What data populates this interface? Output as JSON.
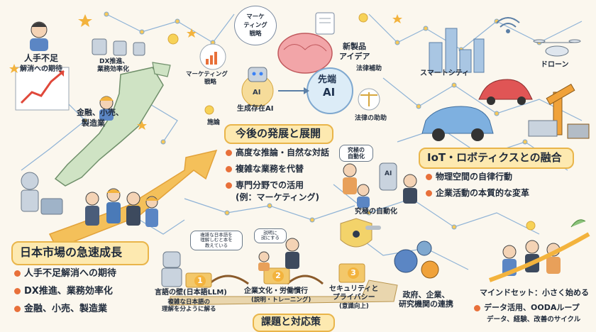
{
  "left_top": {
    "person_caption_1": "人手不足",
    "person_caption_2": "解消への期待",
    "robot_caption_1": "DX推進、",
    "robot_caption_2": "業務効率化",
    "worker_caption_1": "金融、小売、",
    "worker_caption_2": "製造業"
  },
  "japan_market": {
    "title": "日本市場の急速成長",
    "bullets": [
      "人手不足解消への期待",
      "DX推進、業務効率化",
      "金融、小売、製造業"
    ]
  },
  "center_top": {
    "bubble_marketing": "マーケ\nティング\n戦略",
    "marketing_label_1": "マーケティング",
    "marketing_label_2": "戦略",
    "implement_label": "施論",
    "gen_ai_tag": "AI",
    "gen_ai_label": "生成存在AI",
    "advanced_ai_line1": "先端",
    "advanced_ai_line2": "AI",
    "new_product_1": "新製品",
    "new_product_2": "アイデア",
    "legal_support": "法律補助",
    "legal_help": "法律の助助"
  },
  "future": {
    "title": "今後の発展と展開",
    "bullets": [
      "高度な推論・自然な対話",
      "複雑な業務を代替",
      "専門分野での活用",
      "(例：マーケティング)"
    ],
    "ultimate_bubble": "究極の\n自動化",
    "ultimate_caption": "究極の自動化",
    "robot_tag": "AI"
  },
  "iot": {
    "smart_city": "スマートシティ",
    "drone": "ドローン",
    "title": "IoT・ロボティクスとの融合",
    "bullets": [
      "物理空間の自律行動",
      "企業活動の本質的な変革"
    ]
  },
  "challenges": {
    "title": "課題と対応策",
    "bubble_1": "複雑な日本語を\n理解しむと本を\n教えている",
    "bubble_2": "説明に\n説にする",
    "step1_num": "1",
    "step1_label": "言語の壁(日本語LLM)",
    "step1_sub": "複雑な日本語の\n理解を分ように解る",
    "step2_num": "2",
    "step2_label": "企業文化・労働慣行",
    "step2_sub": "(説明・トレーニング)",
    "step3_num": "3",
    "step3_label": "セキュリティと\nプライバシー",
    "step3_sub": "(意識向上)",
    "collab": "政府、企業、\n研究機関の連携"
  },
  "mindset": {
    "title": "マインドセット：小さく始める",
    "bullet": "データ活用、OODAループ",
    "sub": "データ、経験、改善のサイクル"
  },
  "colors": {
    "accent_orange": "#e8703a",
    "title_yellow": "#fde9b0",
    "network_blue": "#7fa8cf",
    "background": "#fbf7ee"
  }
}
